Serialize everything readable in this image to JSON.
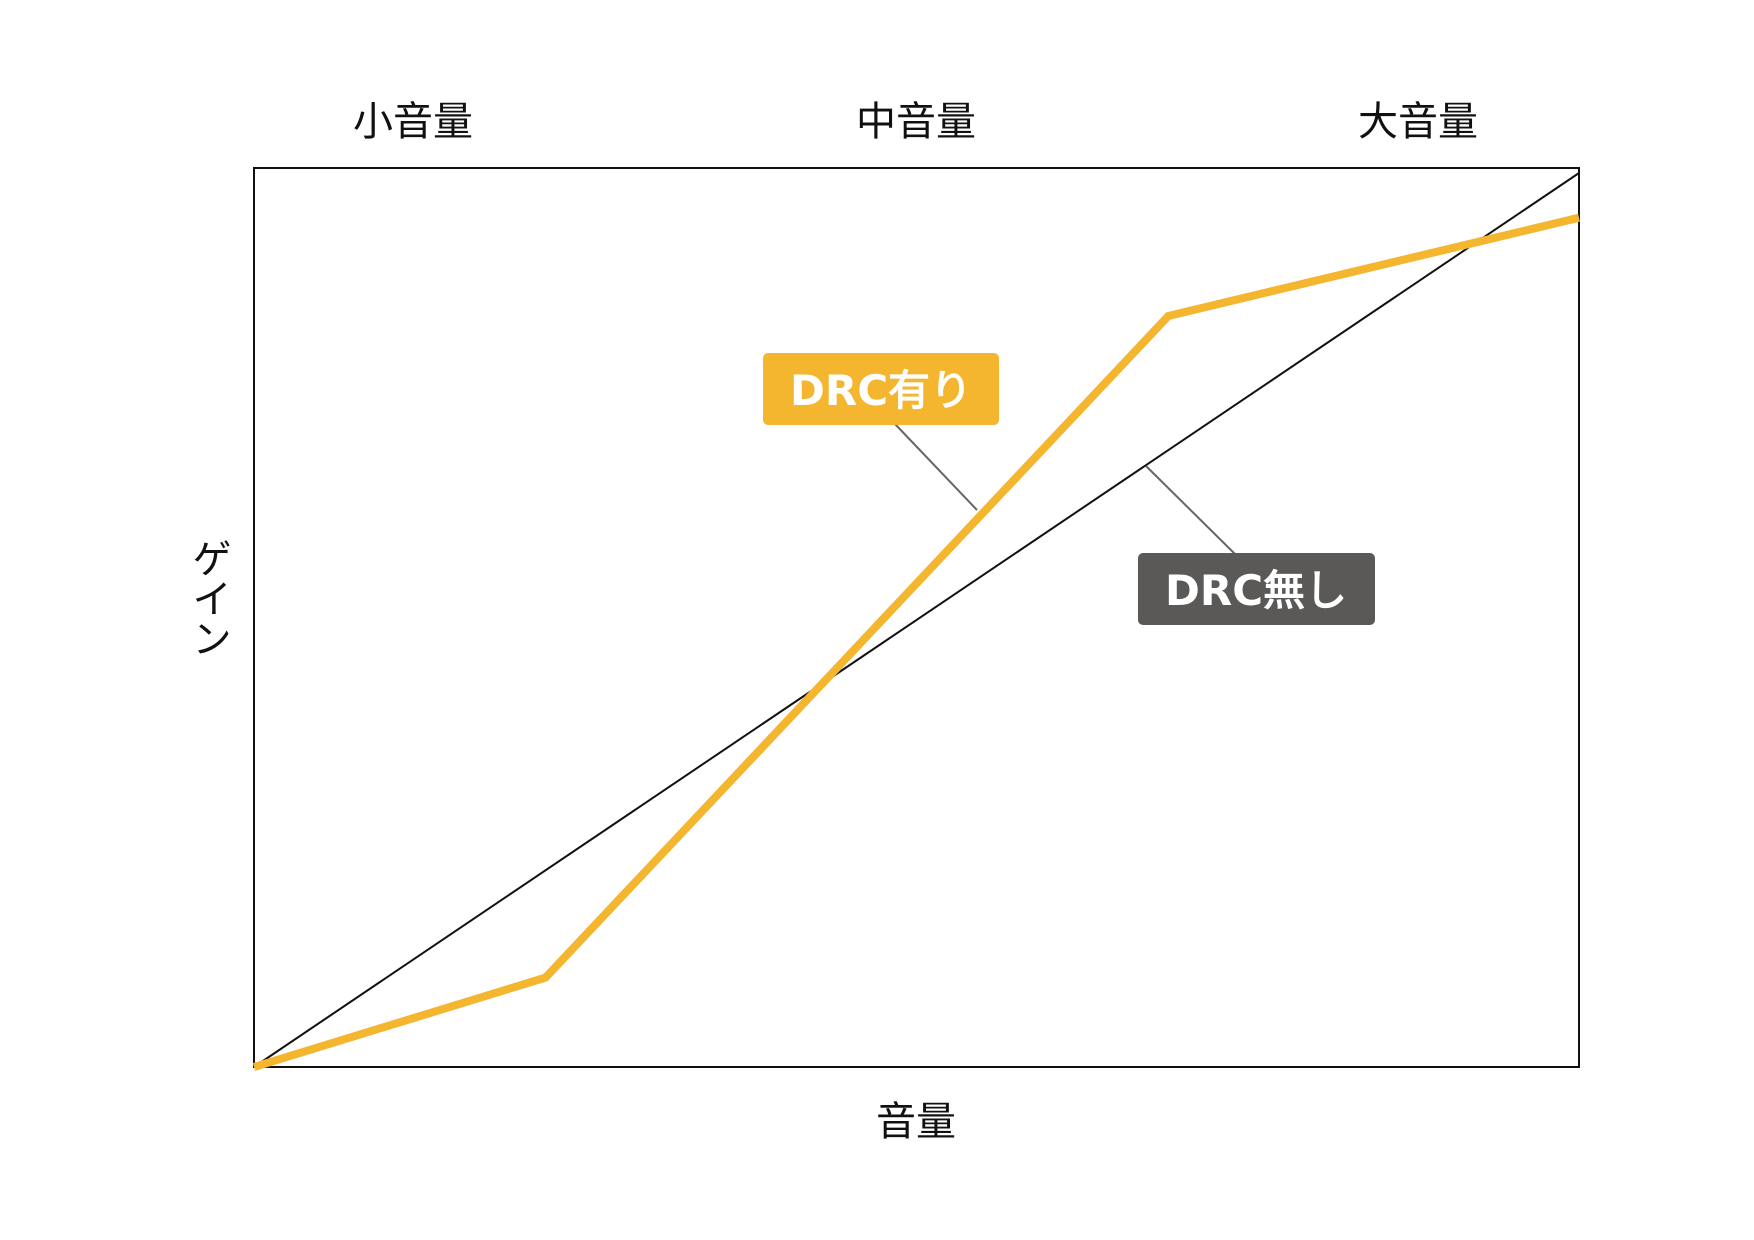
{
  "chart_data": {
    "type": "line",
    "title": "",
    "xlabel": "音量",
    "ylabel": "ゲイン",
    "x_region_labels": [
      "小音量",
      "中音量",
      "大音量"
    ],
    "xlim": [
      0,
      1
    ],
    "ylim": [
      0,
      1
    ],
    "grid": false,
    "series": [
      {
        "name": "DRC無し",
        "color": "#111111",
        "points": [
          [
            0,
            0
          ],
          [
            1,
            1
          ]
        ]
      },
      {
        "name": "DRC有り",
        "color": "#F4B52F",
        "points": [
          [
            0,
            0
          ],
          [
            0.22,
            0.1
          ],
          [
            0.69,
            0.84
          ],
          [
            1,
            0.95
          ]
        ]
      }
    ]
  },
  "colors": {
    "drc_on_badge": "#F4B52F",
    "drc_off_badge": "#5A5957",
    "frame": "#111111"
  }
}
